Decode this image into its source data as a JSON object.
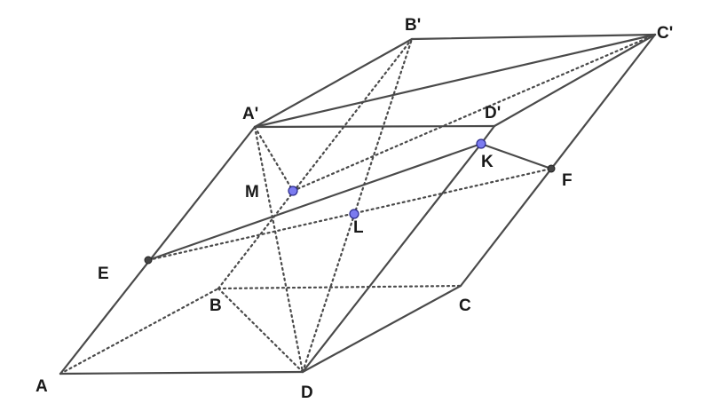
{
  "labels": {
    "A": "A",
    "B": "B",
    "C": "C",
    "D": "D",
    "A1": "A'",
    "B1": "B'",
    "C1": "C'",
    "D1": "D'",
    "E": "E",
    "F": "F",
    "K": "K",
    "L": "L",
    "M": "M"
  },
  "colors": {
    "line": "#4a4a4a",
    "point_highlight": "#7b7bf0",
    "point_plain": "#444444",
    "text": "#1a1a1a"
  }
}
